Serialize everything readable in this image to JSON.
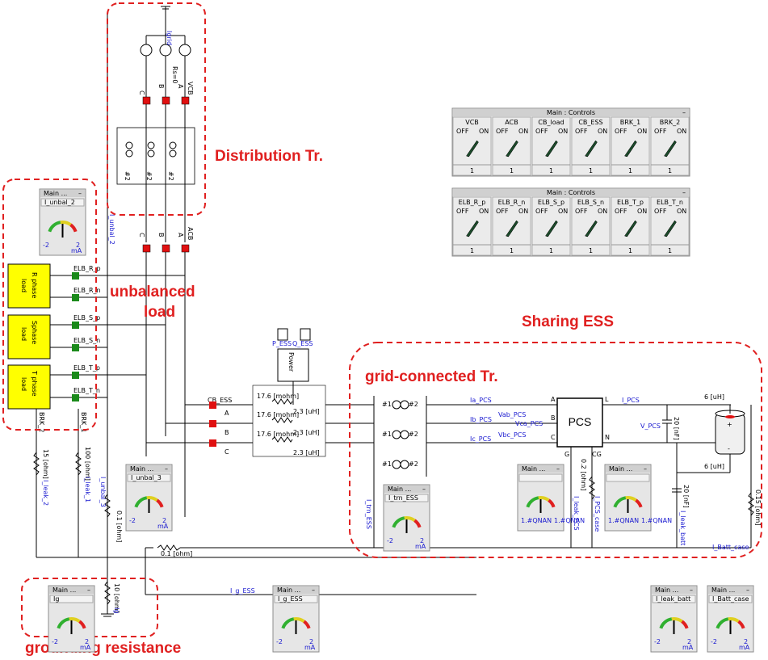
{
  "titles": {
    "distribution": "Distribution Tr.",
    "unbalanced": "unbalanced\nload",
    "sharing": "Sharing ESS",
    "grid_connected": "grid-connected Tr.",
    "grounding": "grounding resistance"
  },
  "controls_1": {
    "title": "Main : Controls",
    "items": [
      {
        "label": "VCB",
        "off": "OFF",
        "on": "ON",
        "value": "1"
      },
      {
        "label": "ACB",
        "off": "OFF",
        "on": "ON",
        "value": "1"
      },
      {
        "label": "CB_load",
        "off": "OFF",
        "on": "ON",
        "value": "1"
      },
      {
        "label": "CB_ESS",
        "off": "OFF",
        "on": "ON",
        "value": "1"
      },
      {
        "label": "BRK_1",
        "off": "OFF",
        "on": "ON",
        "value": "1"
      },
      {
        "label": "BRK_2",
        "off": "OFF",
        "on": "ON",
        "value": "1"
      }
    ]
  },
  "controls_2": {
    "title": "Main : Controls",
    "items": [
      {
        "label": "ELB_R_p",
        "off": "OFF",
        "on": "ON",
        "value": "1"
      },
      {
        "label": "ELB_R_n",
        "off": "OFF",
        "on": "ON",
        "value": "1"
      },
      {
        "label": "ELB_S_p",
        "off": "OFF",
        "on": "ON",
        "value": "1"
      },
      {
        "label": "ELB_S_n",
        "off": "OFF",
        "on": "ON",
        "value": "1"
      },
      {
        "label": "ELB_T_p",
        "off": "OFF",
        "on": "ON",
        "value": "1"
      },
      {
        "label": "ELB_T_n",
        "off": "OFF",
        "on": "ON",
        "value": "1"
      }
    ]
  },
  "meters": [
    {
      "title": "Main ...",
      "name": "I_unbal_2",
      "min": "-2",
      "max": "2",
      "unit": "mA"
    },
    {
      "title": "Main ...",
      "name": "I_unbal_3",
      "min": "-2",
      "max": "2",
      "unit": "mA"
    },
    {
      "title": "Main ...",
      "name": "I_trn_ESS",
      "min": "-2",
      "max": "2",
      "unit": "mA"
    },
    {
      "title": "Main ...",
      "name": "",
      "min": "1.#QNAN",
      "max": "1.#QNAN",
      "unit": ""
    },
    {
      "title": "Main ...",
      "name": "",
      "min": "1.#QNAN",
      "max": "1.#QNAN",
      "unit": ""
    },
    {
      "title": "Main ...",
      "name": "Ig",
      "min": "-2",
      "max": "2",
      "unit": "mA"
    },
    {
      "title": "Main ...",
      "name": "I_g_ESS",
      "min": "-2",
      "max": "2",
      "unit": "mA"
    },
    {
      "title": "Main ...",
      "name": "I_leak_batt",
      "min": "-2",
      "max": "2",
      "unit": "mA"
    },
    {
      "title": "Main ...",
      "name": "I_Batt_case",
      "min": "-2",
      "max": "2",
      "unit": "mA"
    }
  ],
  "loads": [
    {
      "label": "R phase\nload"
    },
    {
      "label": "S phase\nload"
    },
    {
      "label": "T phase\nload"
    }
  ],
  "elb_labels": [
    "ELB_R_p",
    "ELB_R_n",
    "ELB_S_p",
    "ELB_S_n",
    "ELB_T_p",
    "ELB_T_n"
  ],
  "labels": {
    "igrid": "Igrid",
    "rs0": "Rs=0",
    "vcb": "VCB",
    "acb": "ACB",
    "cb_ess": "CB_ESS",
    "abc": [
      "A",
      "B",
      "C"
    ],
    "cba": [
      "C",
      "B",
      "A"
    ],
    "tr_sec": "#2",
    "tr_pri": "#1",
    "r_line": "17.6 [mohm]",
    "l_line": "2.3 [uH]",
    "ia": "Ia_PCS",
    "ib": "Ib_PCS",
    "ic": "Ic_PCS",
    "vab": "Vab_PCS",
    "vca": "Vca_PCS",
    "vbc": "Vbc_PCS",
    "pcs": "PCS",
    "pcs_pins": [
      "A",
      "B",
      "C",
      "G",
      "L",
      "N",
      "CG"
    ],
    "i_pcs": "I_PCS",
    "v_pcs": "V_PCS",
    "l6": "6 [uH]",
    "c20": "20 [nF]",
    "r02": "0.2 [ohm]",
    "r015": "0.15 [ohm]",
    "r01": "0.1 [ohm]",
    "r10": "10 [ohm]",
    "r15": "15 [ohm]",
    "r100": "100 [ohm]",
    "p_ess": "P_ESS",
    "q_ess": "Q_ESS",
    "power": "Power",
    "i_unbal_2": "I_unbal_2",
    "i_unbal_3": "I_unbal_3",
    "i_trn_ess": "I_trn_ESS",
    "i_leak_pcs": "I_leak_PCS",
    "i_pcs_case": "I_PCS_case",
    "i_leak_batt": "I_leak_batt",
    "i_batt_case": "I_Batt_case",
    "i_g_ess": "I_g_ESS",
    "ig": "Ig",
    "i_leak_1": "I_leak_1",
    "i_leak_2": "I_leak_2",
    "brk_1": "BRK_1",
    "brk_2": "BRK_2"
  },
  "colors": {
    "title_red": "#e02020",
    "load_yellow": "#ffff00",
    "breaker_red": "#e01010",
    "elb_green": "#1a8a1a",
    "signal_blue": "#1a1ad0"
  }
}
